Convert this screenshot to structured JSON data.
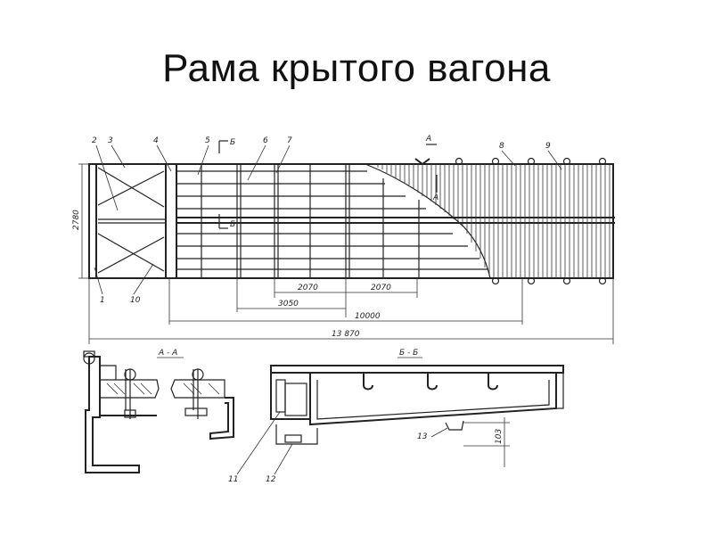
{
  "slide": {
    "title": "Рама крытого вагона"
  },
  "drawing": {
    "part_labels": [
      "1",
      "2",
      "3",
      "4",
      "5",
      "6",
      "7",
      "8",
      "9",
      "10",
      "11",
      "12",
      "13"
    ],
    "section_marks": {
      "a": "А",
      "b": "Б"
    },
    "section_titles": {
      "aa": "А - А",
      "bb": "Б - Б"
    },
    "dimensions": {
      "height": "2780",
      "d1": "2070",
      "d2": "2070",
      "d3": "3050",
      "d4": "10000",
      "total": "13 870",
      "small": "103"
    }
  }
}
